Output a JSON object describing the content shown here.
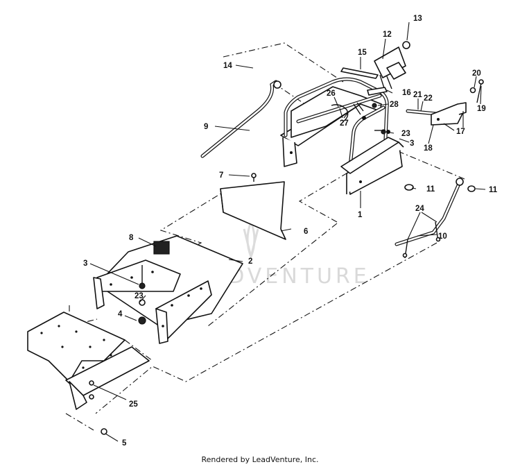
{
  "watermark": "LEADVENTURE",
  "footer": "Rendered by LeadVenture, Inc.",
  "callouts": {
    "c1": "1",
    "c2": "2",
    "c3a": "3",
    "c3b": "3",
    "c4": "4",
    "c5": "5",
    "c6": "6",
    "c7": "7",
    "c8": "8",
    "c9": "9",
    "c10": "10",
    "c11a": "11",
    "c11b": "11",
    "c12": "12",
    "c13": "13",
    "c14": "14",
    "c15": "15",
    "c16": "16",
    "c17": "17",
    "c18": "18",
    "c19": "19",
    "c20": "20",
    "c21": "21",
    "c22": "22",
    "c23a": "23",
    "c23b": "23",
    "c24": "24",
    "c25": "25",
    "c26": "26",
    "c27": "27",
    "c28": "28"
  }
}
